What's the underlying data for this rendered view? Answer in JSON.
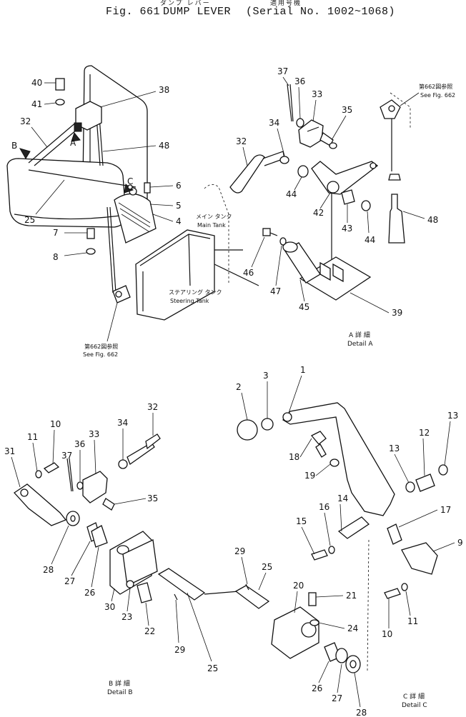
{
  "header": {
    "figure": "Fig. 661",
    "title": "DUMP LEVER",
    "serial": "(Serial No. 1002~1068)",
    "kana_title": "ダンプ レバー",
    "kana_serial": "適用号機"
  },
  "detail_a": {
    "callouts": [
      "40",
      "41",
      "38",
      "32",
      "48",
      "6",
      "5",
      "4",
      "7",
      "8",
      "25",
      "B",
      "A",
      "C"
    ],
    "part_callouts": [
      "37",
      "36",
      "33",
      "35",
      "34",
      "32",
      "44",
      "42",
      "43",
      "44",
      "48",
      "46",
      "47",
      "45",
      "39"
    ],
    "main_tank_jp": "メイン タンク",
    "main_tank": "Main Tank",
    "steering_tank_jp": "ステアリング タンク",
    "steering_tank": "Steering Tank",
    "see_fig_jp_left": "第662図参照",
    "see_fig_left": "See Fig. 662",
    "see_fig_jp_right": "第662図参照",
    "see_fig_right": "See Fig. 662",
    "label_jp": "A 詳 細",
    "label": "Detail A"
  },
  "detail_b": {
    "callouts": [
      "11",
      "10",
      "37",
      "36",
      "33",
      "34",
      "32",
      "31",
      "35",
      "28",
      "27",
      "26",
      "30",
      "23",
      "22",
      "29",
      "25"
    ],
    "label_jp": "B 詳 細",
    "label": "Detail B"
  },
  "detail_c": {
    "callouts": [
      "1",
      "2",
      "3",
      "18",
      "19",
      "13",
      "12",
      "13",
      "14",
      "16",
      "15",
      "17",
      "9",
      "10",
      "11",
      "20",
      "21",
      "24",
      "26",
      "27",
      "28"
    ],
    "label_jp": "C 詳 細",
    "label": "Detail C"
  }
}
